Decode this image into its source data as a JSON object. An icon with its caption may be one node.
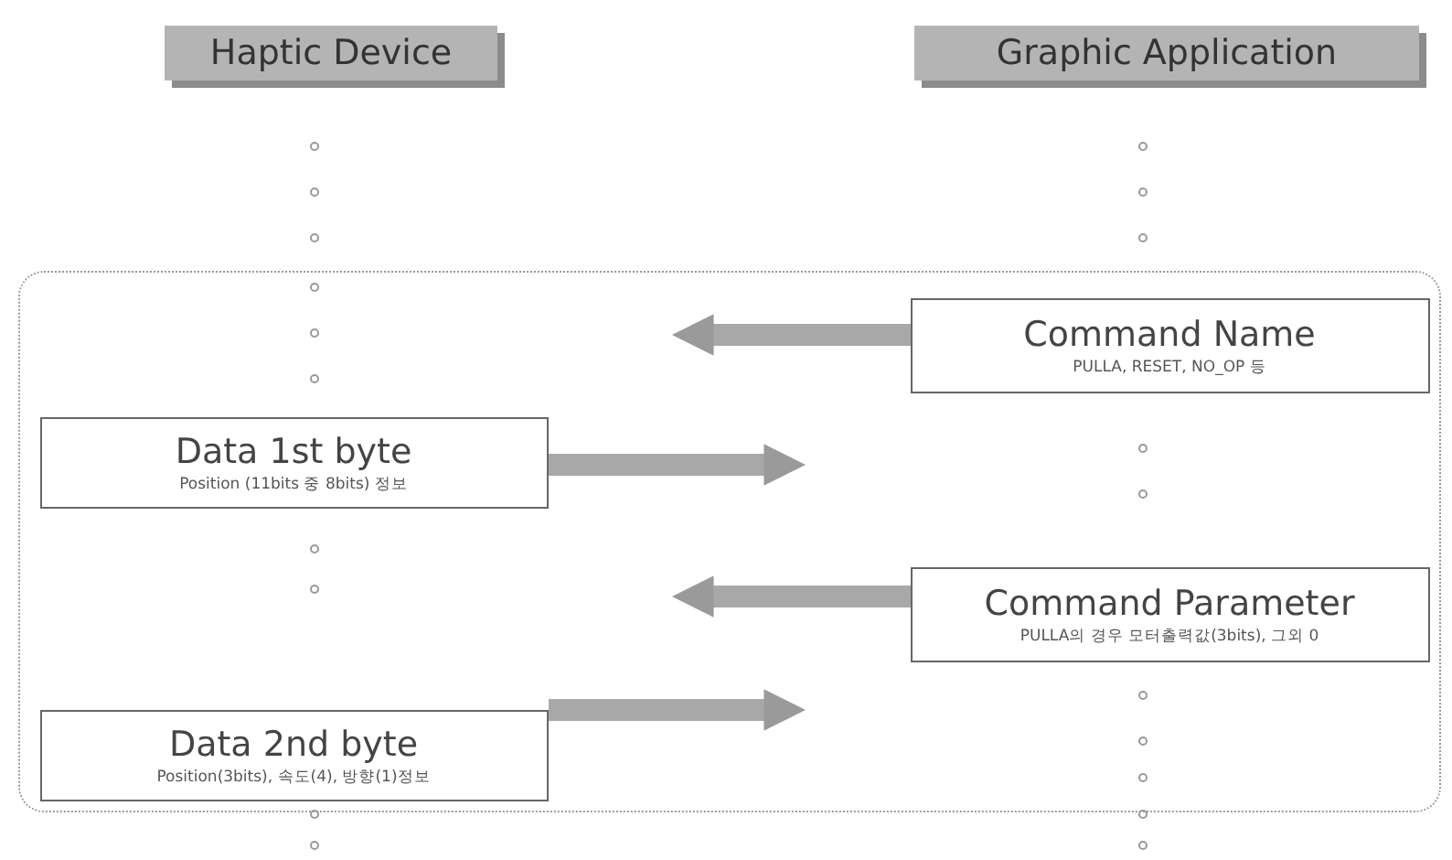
{
  "diagram": {
    "nodes": [
      {
        "text": [
          "Haptic Device"
        ]
      },
      {
        "text": [
          "Graphic Application"
        ]
      },
      {
        "text": [],
        "shape": "box"
      },
      {
        "text": [
          "Command Name",
          "PULLA, RESET, NO_OP 등"
        ],
        "in": 2
      },
      {
        "text": [
          "Data 1st byte",
          "Position (11bits 중 8bits) 정보"
        ],
        "in": 2
      },
      {
        "text": [
          "Command Parameter",
          "PULLA의 경우 모터출력값(3bits), 그외 0"
        ],
        "in": 2
      },
      {
        "text": [
          "Data 2nd byte",
          "Position(3bits), 속도(4), 방향(1)정보"
        ],
        "in": 2
      }
    ],
    "edges": [
      {
        "from": 3,
        "to": null,
        "arrow": "to"
      },
      {
        "from": 4,
        "to": null,
        "arrow": "to"
      },
      {
        "from": 5,
        "to": null,
        "arrow": "to"
      },
      {
        "from": 6,
        "to": null,
        "arrow": "to"
      }
    ]
  }
}
